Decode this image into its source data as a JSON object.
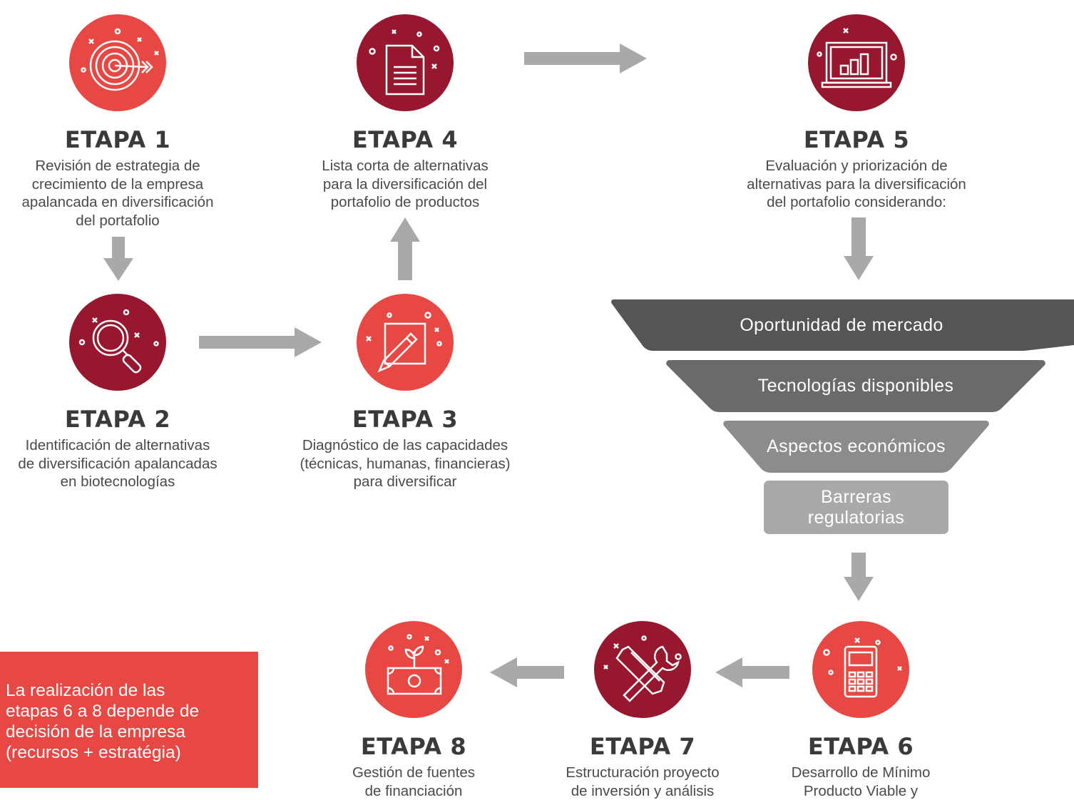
{
  "colors": {
    "red": "#e84843",
    "maroon": "#96172e",
    "arrow": "#a9a9a9",
    "funnel": [
      "#555555",
      "#6a6a6a",
      "#8c8c8c",
      "#a9a9a9"
    ]
  },
  "stages": [
    {
      "title": "ETAPA 1",
      "desc": "Revisión de estrategia de\ncrecimiento de la empresa\napalancada en diversificación\ndel portafolio",
      "icon": "target-icon",
      "color": "red"
    },
    {
      "title": "ETAPA 2",
      "desc": "Identificación de alternativas\nde diversificación apalancadas\nen biotecnologías",
      "icon": "magnifier-icon",
      "color": "maroon"
    },
    {
      "title": "ETAPA 3",
      "desc": "Diagnóstico de las capacidades\n(técnicas, humanas, financieras)\npara diversificar",
      "icon": "pencil-frame-icon",
      "color": "red"
    },
    {
      "title": "ETAPA 4",
      "desc": "Lista corta de alternativas\npara la diversificación del\nportafolio de productos",
      "icon": "document-icon",
      "color": "maroon"
    },
    {
      "title": "ETAPA 5",
      "desc": "Evaluación y priorización de\nalternativas para la diversificación\ndel portafolio considerando:",
      "icon": "laptop-chart-icon",
      "color": "maroon"
    },
    {
      "title": "ETAPA 6",
      "desc": "Desarrollo de Mínimo\nProducto Viable y",
      "icon": "calculator-icon",
      "color": "red"
    },
    {
      "title": "ETAPA 7",
      "desc": "Estructuración proyecto\nde inversión y análisis",
      "icon": "tools-icon",
      "color": "maroon"
    },
    {
      "title": "ETAPA 8",
      "desc": "Gestión de fuentes\nde financiación",
      "icon": "money-plant-icon",
      "color": "red"
    }
  ],
  "funnel": [
    "Oportunidad de mercado",
    "Tecnologías disponibles",
    "Aspectos económicos",
    "Barreras\nregulatorias"
  ],
  "note": "La realización de las\netapas 6 a 8 depende de\ndecisión de la empresa\n(recursos + estratégia)"
}
